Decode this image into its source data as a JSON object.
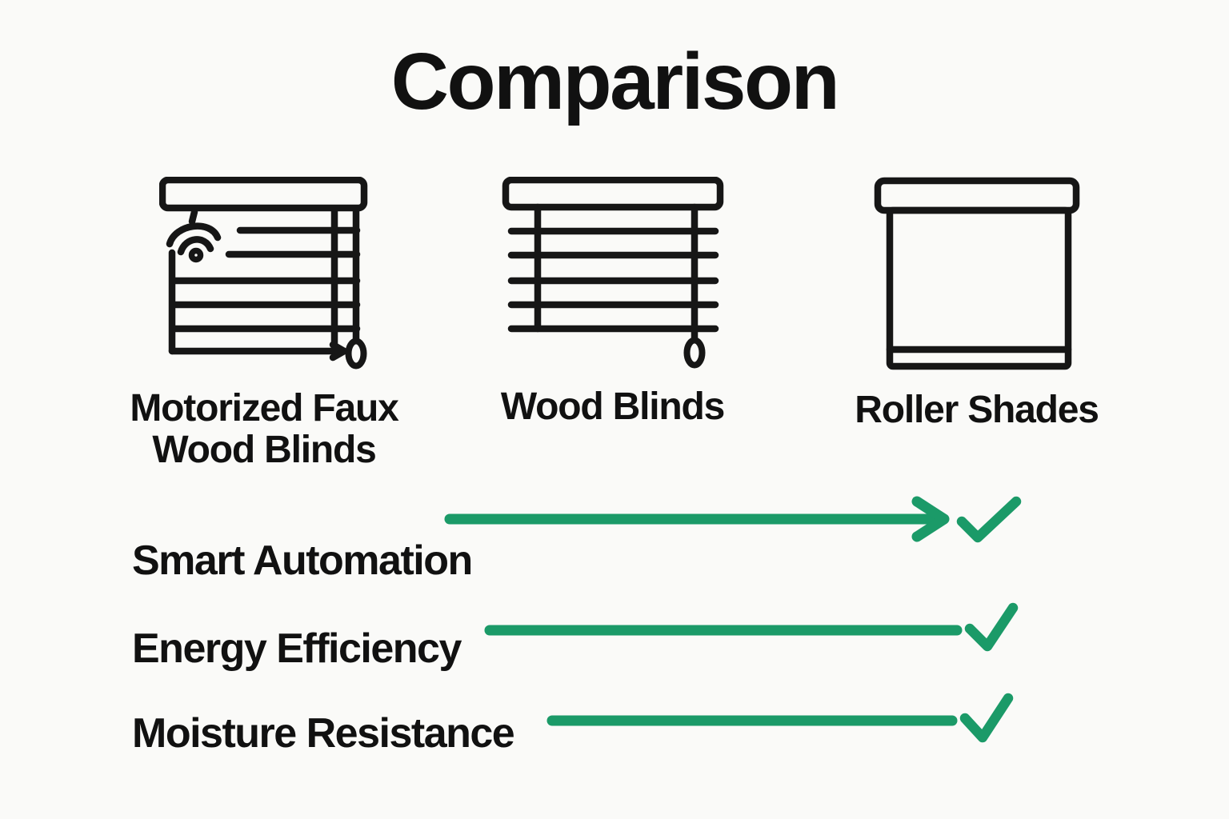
{
  "title": "Comparison",
  "colors": {
    "accent": "#1b9a68",
    "ink": "#161616",
    "text": "#111111",
    "background": "#fafaf8"
  },
  "products": [
    {
      "label": "Motorized Faux Wood Blinds",
      "icon": "motorized-faux-wood-blinds-icon"
    },
    {
      "label": "Wood Blinds",
      "icon": "wood-blinds-icon"
    },
    {
      "label": "Roller Shades",
      "icon": "roller-shades-icon"
    }
  ],
  "features": [
    {
      "label": "Smart Automation",
      "connector": "arrow-line",
      "status": "checked",
      "status_icon": "check-icon"
    },
    {
      "label": "Energy Efficiency",
      "connector": "line",
      "status": "checked",
      "status_icon": "check-icon"
    },
    {
      "label": "Moisture Resistance",
      "connector": "line",
      "status": "checked",
      "status_icon": "check-icon"
    }
  ]
}
